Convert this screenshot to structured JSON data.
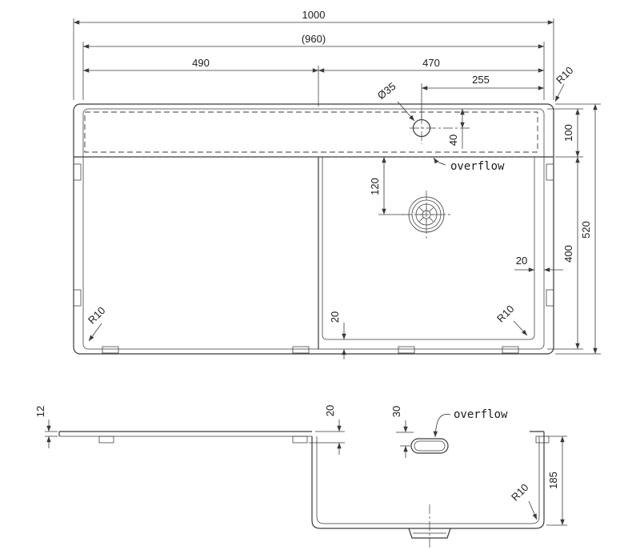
{
  "top_view": {
    "dim_overall_width": "1000",
    "dim_inner_width": "(960)",
    "dim_drainboard_width": "490",
    "dim_bowl_width": "470",
    "dim_faucet_offset": "255",
    "dim_faucet_diameter": "Ø35",
    "radius_top_right": "R10",
    "dim_rim_strip_height": "100",
    "dim_faucet_from_top": "40",
    "label_overflow": "overflow",
    "dim_drain_from_strip": "120",
    "dim_overall_height": "520",
    "dim_bowl_region_height": "400",
    "dim_wall_gap_right": "20",
    "dim_wall_gap_bottom": "20",
    "radius_bottom_left": "R10",
    "radius_bottom_right": "R10"
  },
  "side_view": {
    "dim_rim_thickness": "12",
    "dim_step_depth": "20",
    "dim_overflow_from_top": "30",
    "label_overflow": "overflow",
    "dim_bowl_depth": "185",
    "radius_bottom_right": "R10"
  }
}
